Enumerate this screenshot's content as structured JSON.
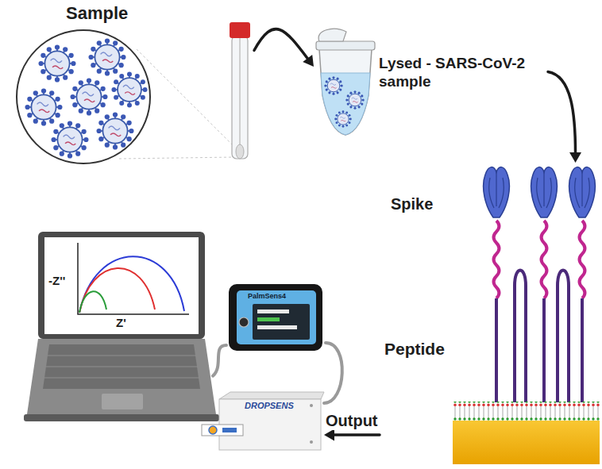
{
  "diagram": {
    "nodes": [
      {
        "text": [
          "Sample"
        ]
      },
      {
        "text": [
          "Lysed - SARS-CoV-2 sample"
        ]
      },
      {
        "text": [
          "Spike",
          "Peptide"
        ]
      },
      {
        "text": [
          "DROPSENS"
        ]
      },
      {
        "text": [
          "PalmSens4"
        ]
      },
      {
        "text": [
          "-Z''",
          "Z'"
        ]
      }
    ],
    "edges": [
      {
        "from": 0,
        "to": 1,
        "arrow": "to"
      },
      {
        "from": 1,
        "to": 2,
        "arrow": "to"
      },
      {
        "from": 2,
        "to": 3,
        "arrow": "to",
        "label": "Output"
      },
      {
        "from": 3,
        "to": 4,
        "arrow": "none"
      },
      {
        "from": 4,
        "to": 5,
        "arrow": "none"
      }
    ]
  }
}
